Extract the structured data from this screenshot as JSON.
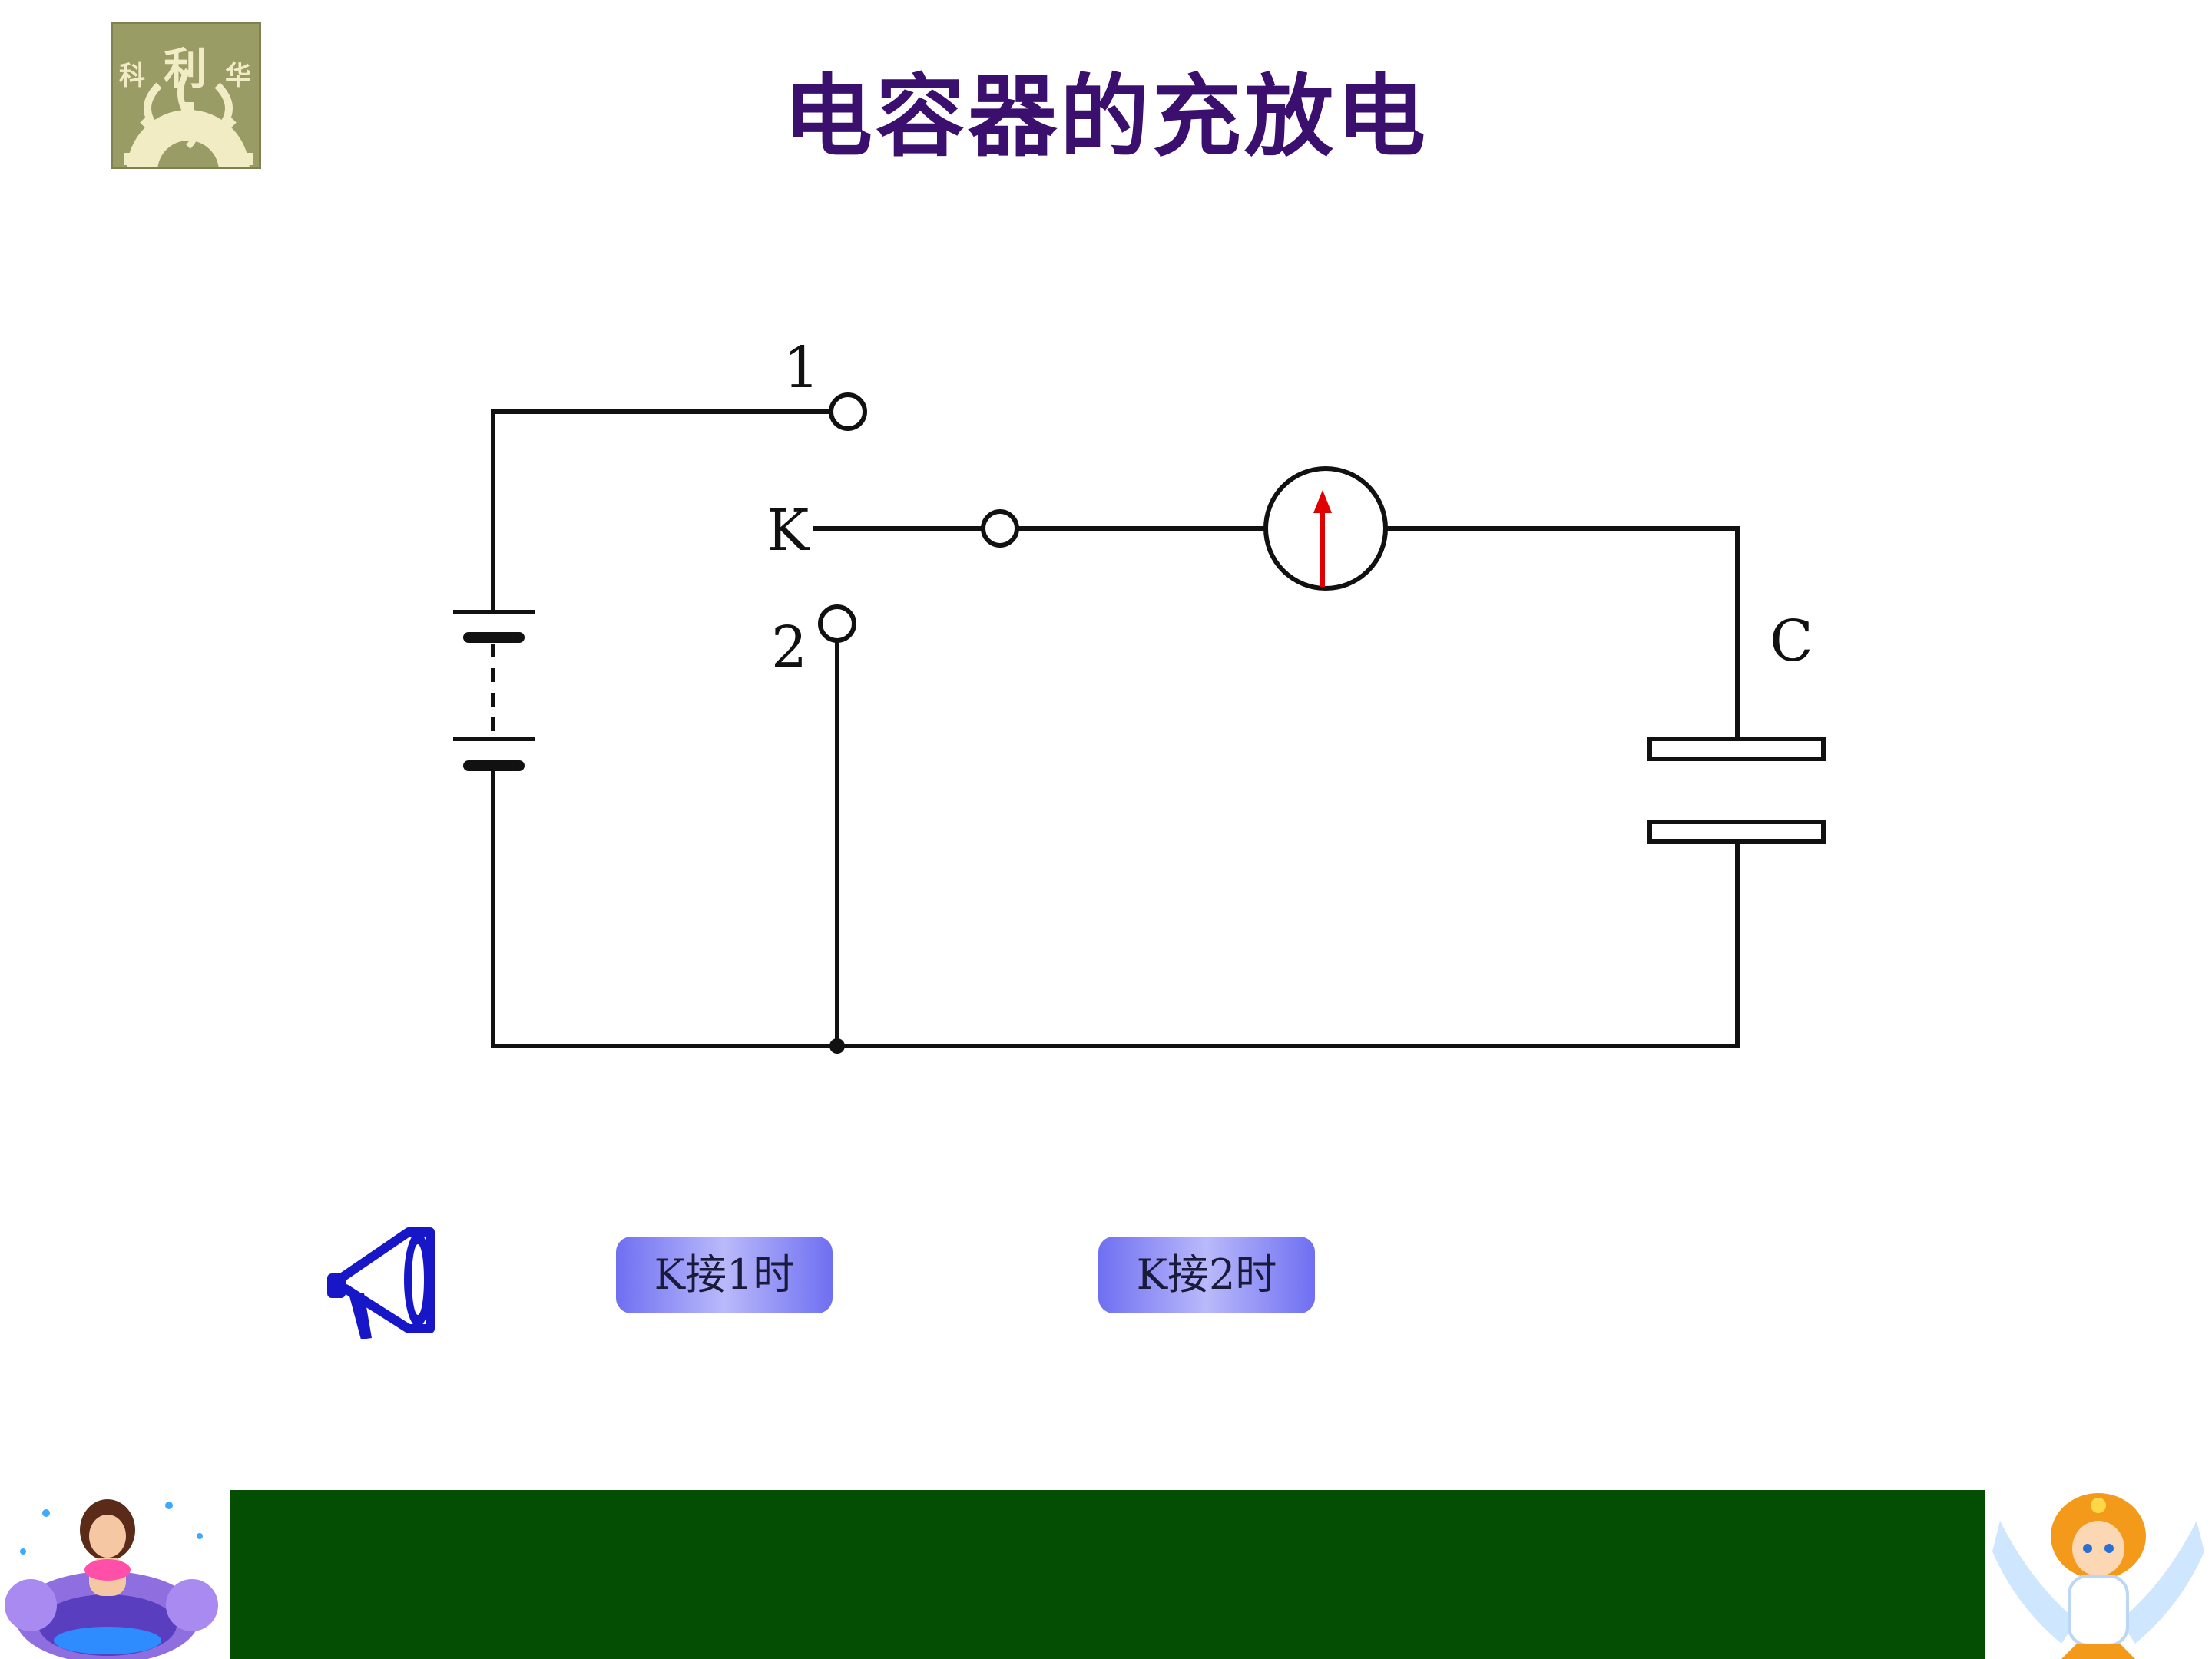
{
  "slide": {
    "title": "电容器的充放电",
    "logo": {
      "chars": [
        "科",
        "利",
        "华"
      ]
    }
  },
  "circuit": {
    "labels": {
      "terminal_1": "1",
      "terminal_2": "2",
      "switch": "K",
      "capacitor": "C"
    },
    "galvanometer_needle": "up",
    "colors": {
      "wire": "#111111",
      "needle": "#e00000"
    }
  },
  "controls": {
    "speaker_icon": "megaphone-icon",
    "k1_label": "K接1时",
    "k2_label": "K接2时"
  },
  "colors": {
    "title": "#3b0f6e",
    "footer": "#044e04",
    "button_gradient": [
      "#6f6ff2",
      "#b9b9fb"
    ],
    "speaker": "#1717c8"
  }
}
